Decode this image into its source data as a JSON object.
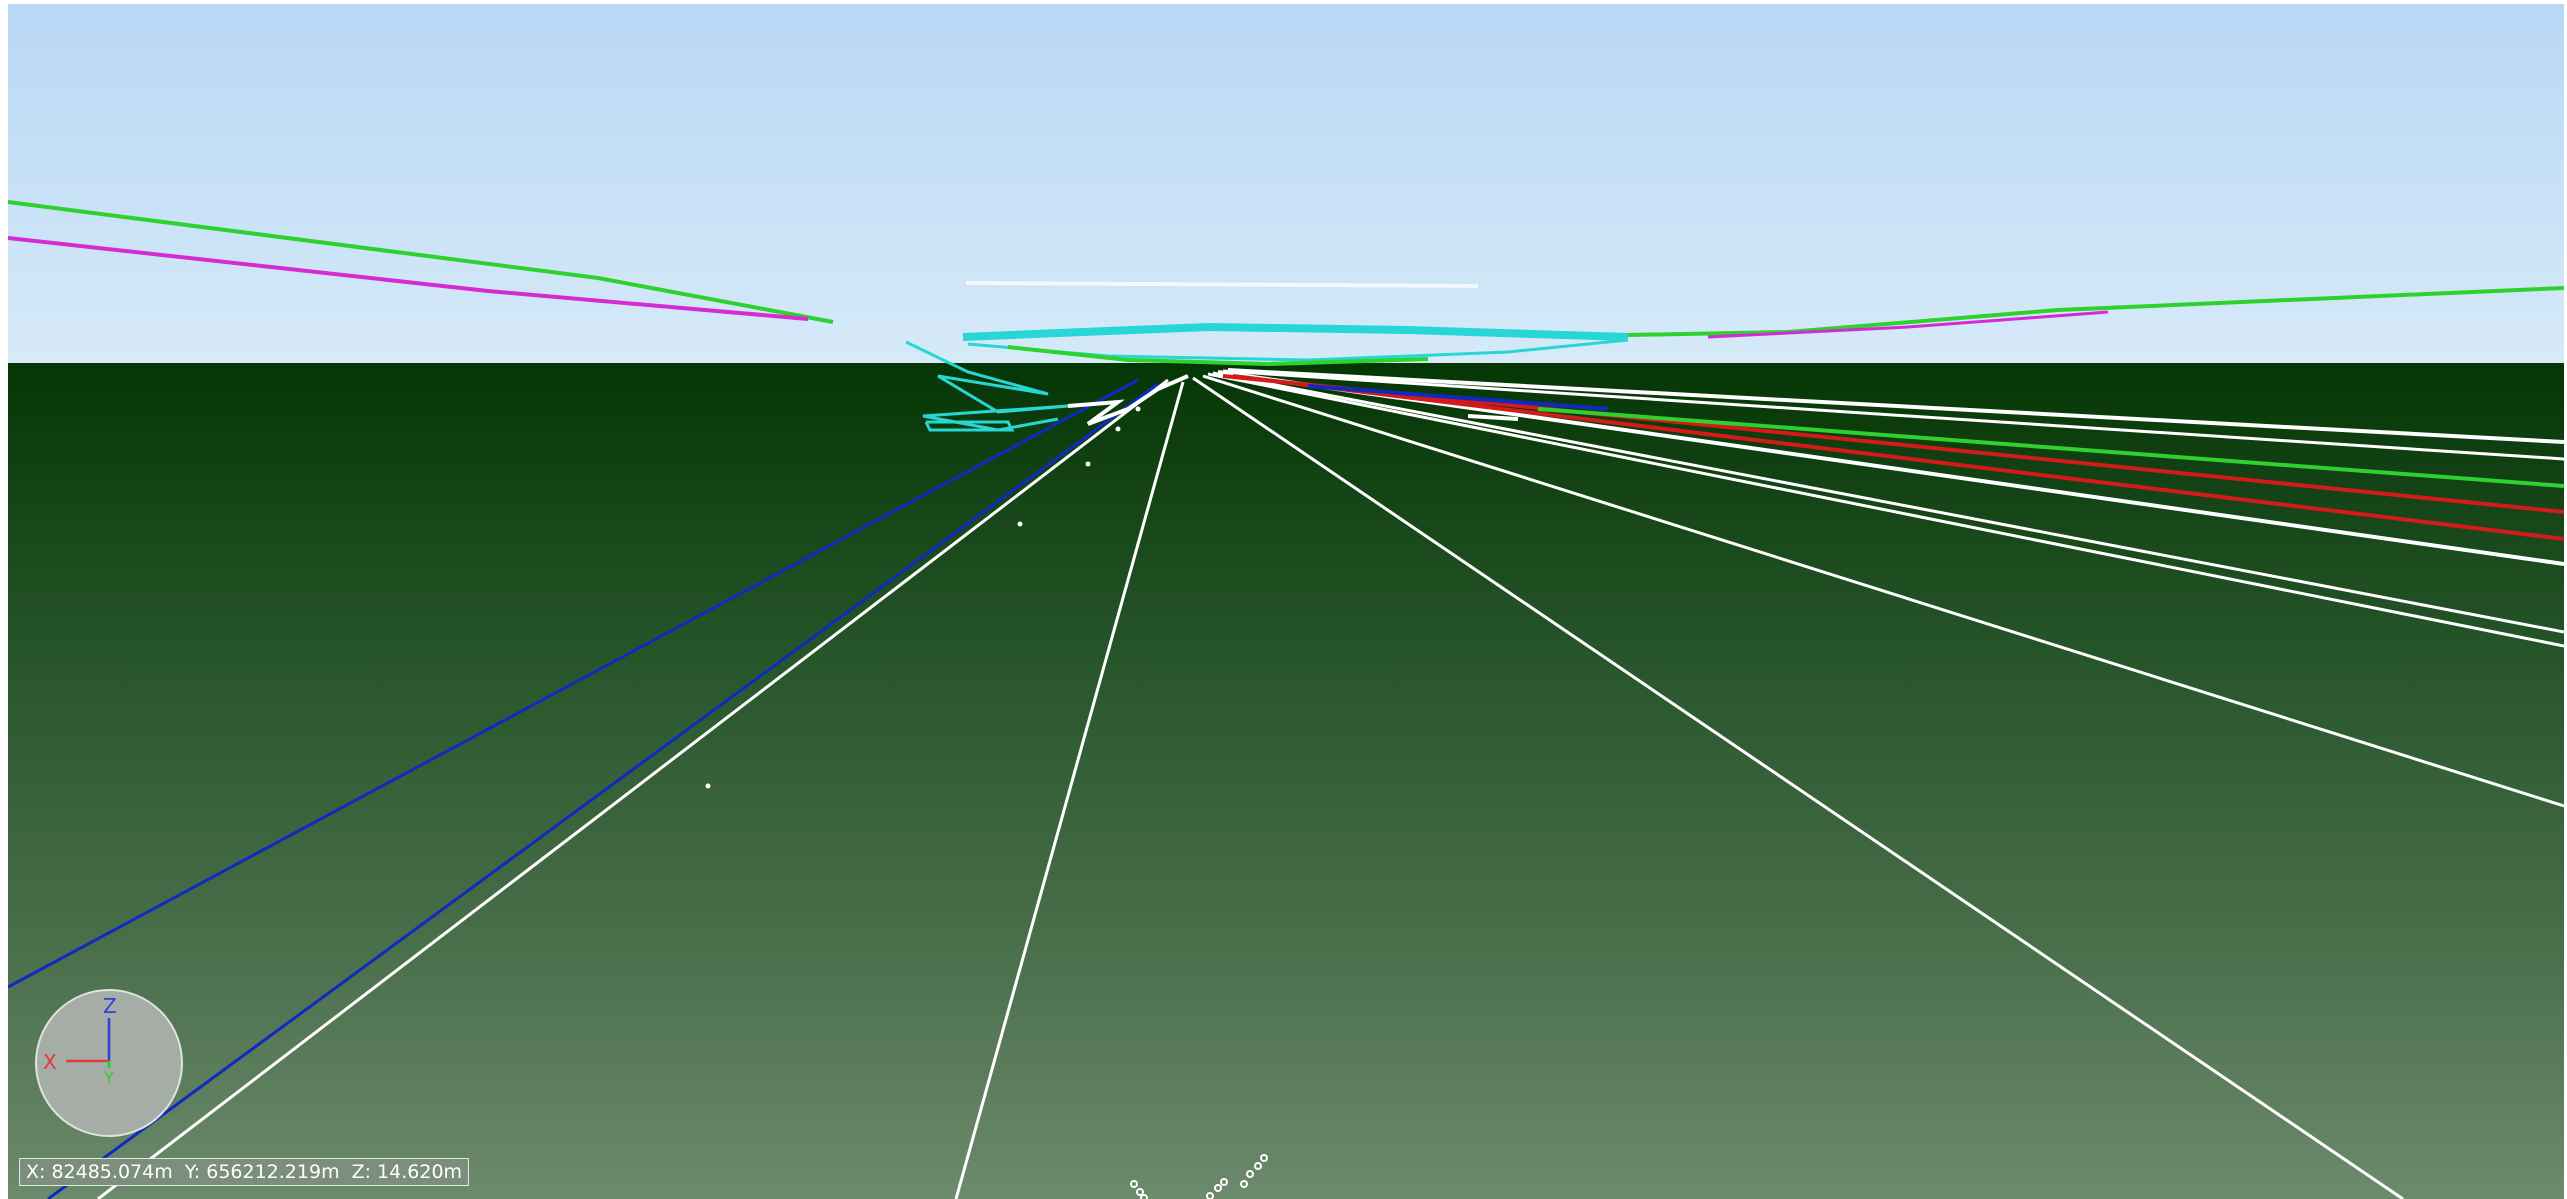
{
  "viewport": {
    "colors": {
      "sky_top": "#b8d7f5",
      "sky_bottom": "#d6eaf8",
      "ground_top": "#053605",
      "ground_bottom": "#6c8a6c",
      "road_lines": "#ffffff",
      "blue_lines": "#0f2bbf",
      "green_lines": "#2ed12e",
      "magenta_lines": "#d42bd4",
      "red_lines": "#d41a1a",
      "cyan_structure": "#29d6d6"
    }
  },
  "axis_gizmo": {
    "z_label": "Z",
    "x_label": "X",
    "y_label": "Y",
    "colors": {
      "x": "#e23a3a",
      "y": "#2ecc2e",
      "z": "#2b43d6"
    }
  },
  "coordinates": {
    "x_text": "X: 82485.074m",
    "y_text": "Y: 656212.219m",
    "z_text": "Z: 14.620m"
  }
}
